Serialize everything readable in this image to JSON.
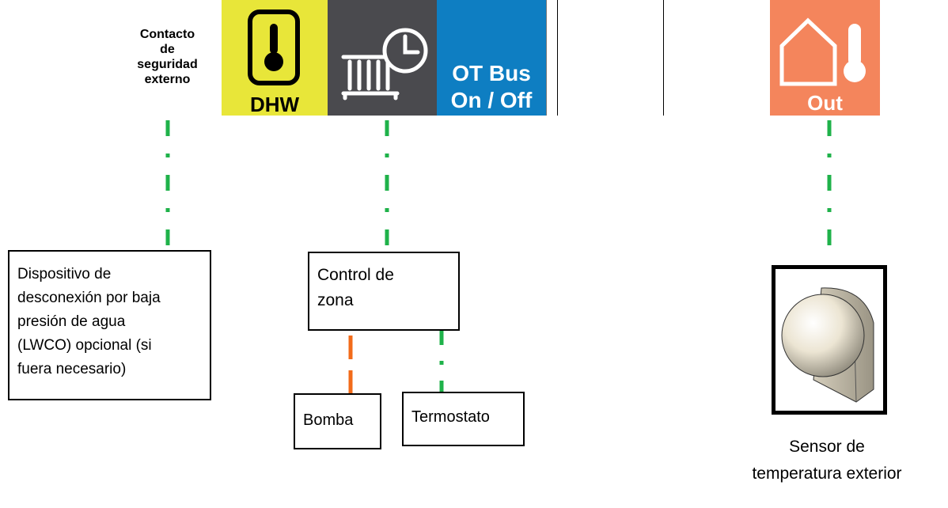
{
  "colors": {
    "dhw_yellow": "#e8e639",
    "zone_gray": "#4a4a4e",
    "otbus_blue": "#0e7ec2",
    "out_orange": "#f4855c",
    "wire_green": "#1fb24a",
    "wire_orange": "#f26b1a",
    "sensor_dome": "#ece5d3"
  },
  "terminals": {
    "safety_contact_label": "Contacto\nde\nseguridad\nexterno",
    "dhw": {
      "label": "DHW",
      "icon": "thermometer-icon"
    },
    "zone": {
      "icon": "radiator-clock-icon"
    },
    "otbus": {
      "label": "OT Bus\nOn / Off"
    },
    "out": {
      "label": "Out",
      "icon": "house-thermometer-icon"
    }
  },
  "boxes": {
    "lwco": "Dispositivo de\ndesconexión por baja\npresión de agua\n(LWCO) opcional (si\nfuera necesario)",
    "zone_control": "Control de\nzona",
    "pump": "Bomba",
    "thermostat": "Termostato"
  },
  "sensor": {
    "caption": "Sensor de\ntemperatura exterior",
    "icon": "outdoor-sensor-icon"
  }
}
